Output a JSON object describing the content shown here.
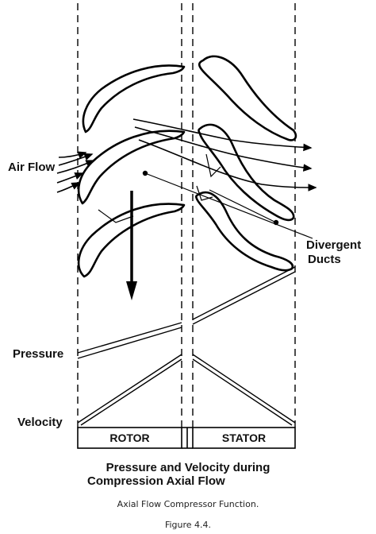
{
  "labels": {
    "air_flow": "Air Flow",
    "divergent_line1": "Divergent",
    "divergent_line2": "Ducts",
    "pressure": "Pressure",
    "velocity": "Velocity",
    "rotor": "ROTOR",
    "stator": "STATOR"
  },
  "title": {
    "line1": "Pressure and Velocity during",
    "line2": "Compression Axial Flow"
  },
  "caption": "Axial Flow Compressor Function.",
  "figure_number": "Figure 4.4."
}
